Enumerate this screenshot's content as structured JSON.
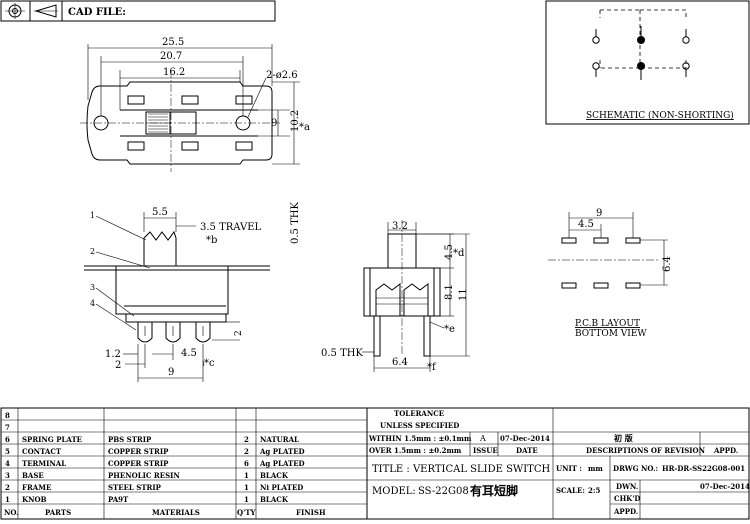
{
  "header": {
    "cad_file": "CAD FILE:"
  },
  "top_view": {
    "dim_overall": "25.5",
    "dim_frame": "20.7",
    "dim_pins": "16.2",
    "dim_holes": "2-ø2.6",
    "dim_height_inner": "9",
    "dim_height_outer": "10.2",
    "dim_height_note": "*a"
  },
  "side_view": {
    "dim_knob": "5.5",
    "dim_travel": "3.5  TRAVEL",
    "note_b": "*b",
    "dim_thk": "0.5  THK",
    "dim_pin_len": "2",
    "dim_pitch": "4.5",
    "dim_offset": "1.2",
    "dim_offset2": "2",
    "dim_span": "9",
    "note_c": "*c",
    "callouts": [
      "1",
      "2",
      "3",
      "4"
    ]
  },
  "front_view": {
    "dim_knob_w": "3.2",
    "dim_knob_h": "4.5",
    "note_d": "*d",
    "dim_body_h": "8.1",
    "dim_total_h": "11",
    "note_e": "*e",
    "dim_thk": "0.5  THK",
    "dim_width": "6.4",
    "note_f": "*f"
  },
  "schematic": {
    "label": "SCHEMATIC (NON-SHORTING)"
  },
  "pcb": {
    "dim_span": "9",
    "dim_pitch": "4.5",
    "dim_row": "6.4",
    "label1": "P.C.B LAYOUT",
    "label2": "BOTTOM  VIEW"
  },
  "bom": {
    "headers": {
      "no": "NO.",
      "parts": "PARTS",
      "materials": "MATERIALS",
      "qty": "Q'TY",
      "finish": "FINISH"
    },
    "rows": [
      {
        "no": "8",
        "parts": "",
        "materials": "",
        "qty": "",
        "finish": ""
      },
      {
        "no": "7",
        "parts": "",
        "materials": "",
        "qty": "",
        "finish": ""
      },
      {
        "no": "6",
        "parts": "SPRING PLATE",
        "materials": "PBS STRIP",
        "qty": "2",
        "finish": "NATURAL"
      },
      {
        "no": "5",
        "parts": "CONTACT",
        "materials": "COPPER STRIP",
        "qty": "2",
        "finish": "Ag PLATED"
      },
      {
        "no": "4",
        "parts": "TERMINAL",
        "materials": "COPPER STRIP",
        "qty": "6",
        "finish": "Ag PLATED"
      },
      {
        "no": "3",
        "parts": "BASE",
        "materials": "PHENOLIC RESIN",
        "qty": "1",
        "finish": "BLACK"
      },
      {
        "no": "2",
        "parts": "FRAME",
        "materials": "STEEL STRIP",
        "qty": "1",
        "finish": "Ni PLATED"
      },
      {
        "no": "1",
        "parts": "KNOB",
        "materials": "PA9T",
        "qty": "1",
        "finish": "BLACK"
      }
    ]
  },
  "title_block": {
    "tolerance": "TOLERANCE",
    "unless": "UNLESS  SPECIFIED",
    "within": "WITHIN 1.5mm : ±0.1mm",
    "over": "OVER 1.5mm : ±0.2mm",
    "rev_letter": "A",
    "rev_date": "07-Dec-2014",
    "rev_desc": "初  版",
    "issue": "ISSUE",
    "date": "DATE",
    "desc_rev": "DESCRIPTIONS OF REVISION",
    "appd": "APPD.",
    "title": "TITLE :  VERTICAL SLIDE SWITCH",
    "unit_label": "UNIT :",
    "unit": "mm",
    "drwg_label": "DRWG NO.:",
    "drwg": "HR-DR-SS22G08-001",
    "model_label": "MODEL:",
    "model": "SS-22G08",
    "model_cn": "有耳短脚",
    "scale_label": "SCALE:",
    "scale": "2:5",
    "dwn": "DWN.",
    "dwn_date": "07-Dec-2014",
    "chkd": "CHK'D",
    "appd2": "APPD."
  }
}
